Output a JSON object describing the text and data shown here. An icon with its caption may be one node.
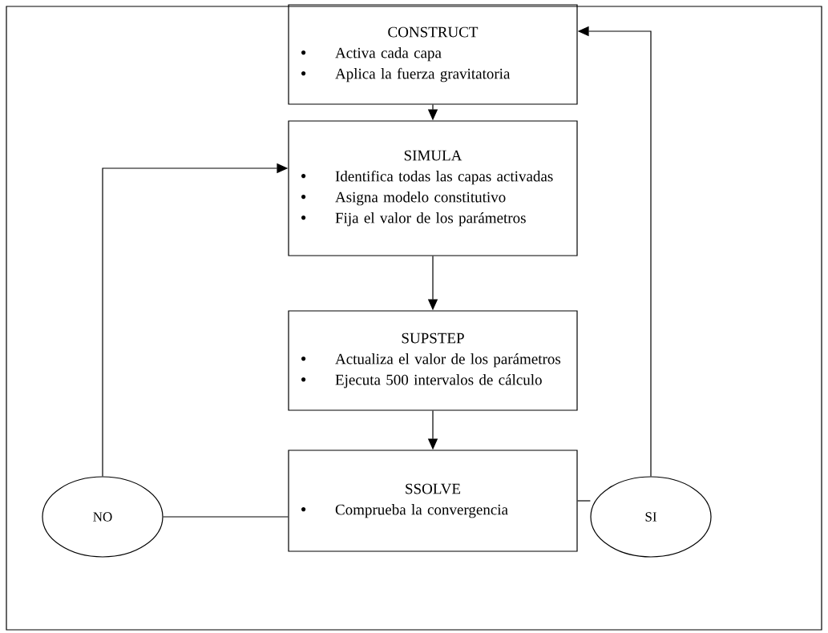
{
  "diagram": {
    "nodes": [
      {
        "text": [
          "CONSTRUCT",
          "Activa cada capa",
          "Aplica la fuerza gravitatoria"
        ]
      },
      {
        "text": [
          "SIMULA",
          "Identifica todas las capas activadas",
          "Asigna modelo constitutivo",
          "Fija el valor de los parámetros"
        ]
      },
      {
        "text": [
          "SUPSTEP",
          "Actualiza el valor de los parámetros",
          "Ejecuta 500 intervalos de cálculo"
        ]
      },
      {
        "text": [
          "SSOLVE",
          "Comprueba la convergencia"
        ]
      },
      {
        "text": [
          "NO"
        ]
      },
      {
        "text": [
          "SI"
        ]
      }
    ],
    "edges": [
      {
        "from": 0,
        "to": 1,
        "arrow": "to"
      },
      {
        "from": 1,
        "to": 2,
        "arrow": "to"
      },
      {
        "from": 2,
        "to": 3,
        "arrow": "to"
      },
      {
        "from": 4,
        "to": 3,
        "arrow": "none"
      },
      {
        "from": 4,
        "to": 1,
        "arrow": "to"
      },
      {
        "from": 3,
        "to": 5,
        "arrow": "none"
      },
      {
        "from": 5,
        "to": 0,
        "arrow": "to"
      }
    ]
  }
}
